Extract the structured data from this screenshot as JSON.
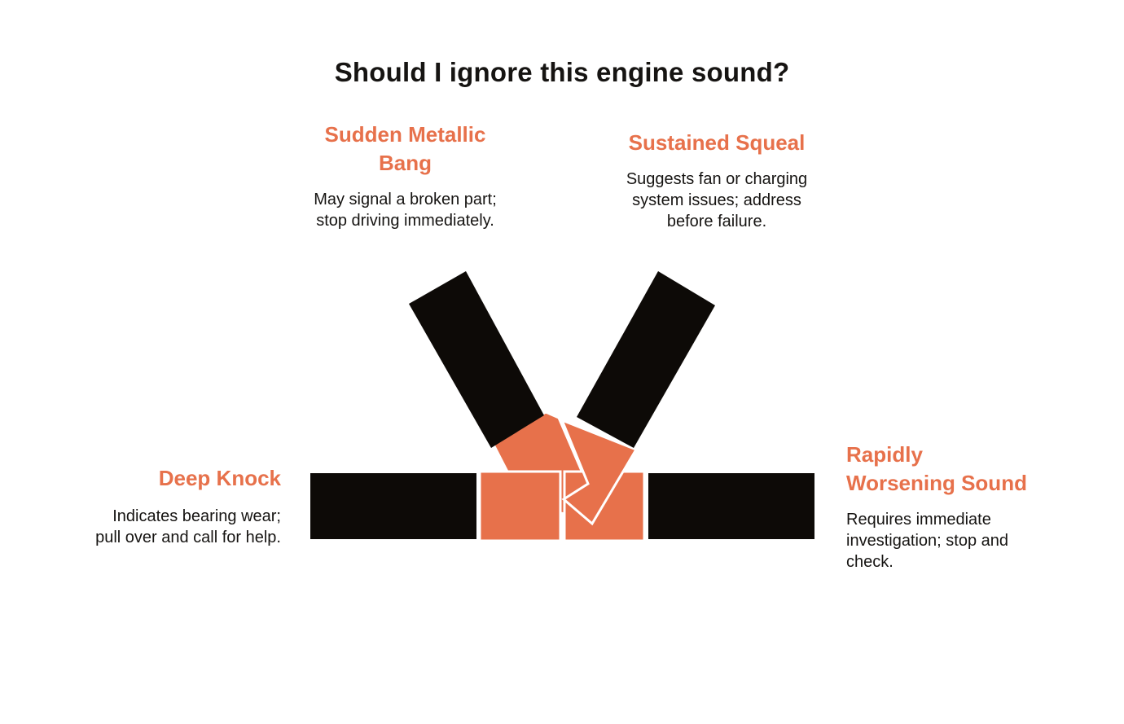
{
  "title": "Should I ignore this engine sound?",
  "colors": {
    "accent": "#E7714B",
    "black": "#0D0A07",
    "text": "#161412",
    "background": "#FFFFFF",
    "gap_stroke": "#FFFFFF"
  },
  "nodes": [
    {
      "id": "sudden-metallic-bang",
      "title": "Sudden Metallic Bang",
      "title_lines": [
        "Sudden Metallic",
        "Bang"
      ],
      "desc": "May signal a broken part; stop driving immediately.",
      "desc_lines": [
        "May signal a broken part;",
        "stop driving immediately."
      ]
    },
    {
      "id": "sustained-squeal",
      "title": "Sustained Squeal",
      "title_lines": [
        "Sustained Squeal"
      ],
      "desc": "Suggests fan or charging system issues; address before failure.",
      "desc_lines": [
        "Suggests fan or charging",
        "system issues; address",
        "before failure."
      ]
    },
    {
      "id": "deep-knock",
      "title": "Deep Knock",
      "title_lines": [
        "Deep Knock"
      ],
      "desc": "Indicates bearing wear; pull over and call for help.",
      "desc_lines": [
        "Indicates bearing wear;",
        "pull over and call for help."
      ]
    },
    {
      "id": "rapidly-worsening-sound",
      "title": "Rapidly Worsening Sound",
      "title_lines": [
        "Rapidly",
        "Worsening Sound"
      ],
      "desc": "Requires immediate investigation; stop and check.",
      "desc_lines": [
        "Requires immediate",
        "investigation; stop and",
        "check."
      ]
    }
  ],
  "graphic": {
    "name": "three ribbons merging into one horizontal bar",
    "shapes": [
      "left-diagonal-arm",
      "right-diagonal-arm",
      "horizontal-bar",
      "left-fold-joint",
      "right-fold-joint"
    ]
  }
}
